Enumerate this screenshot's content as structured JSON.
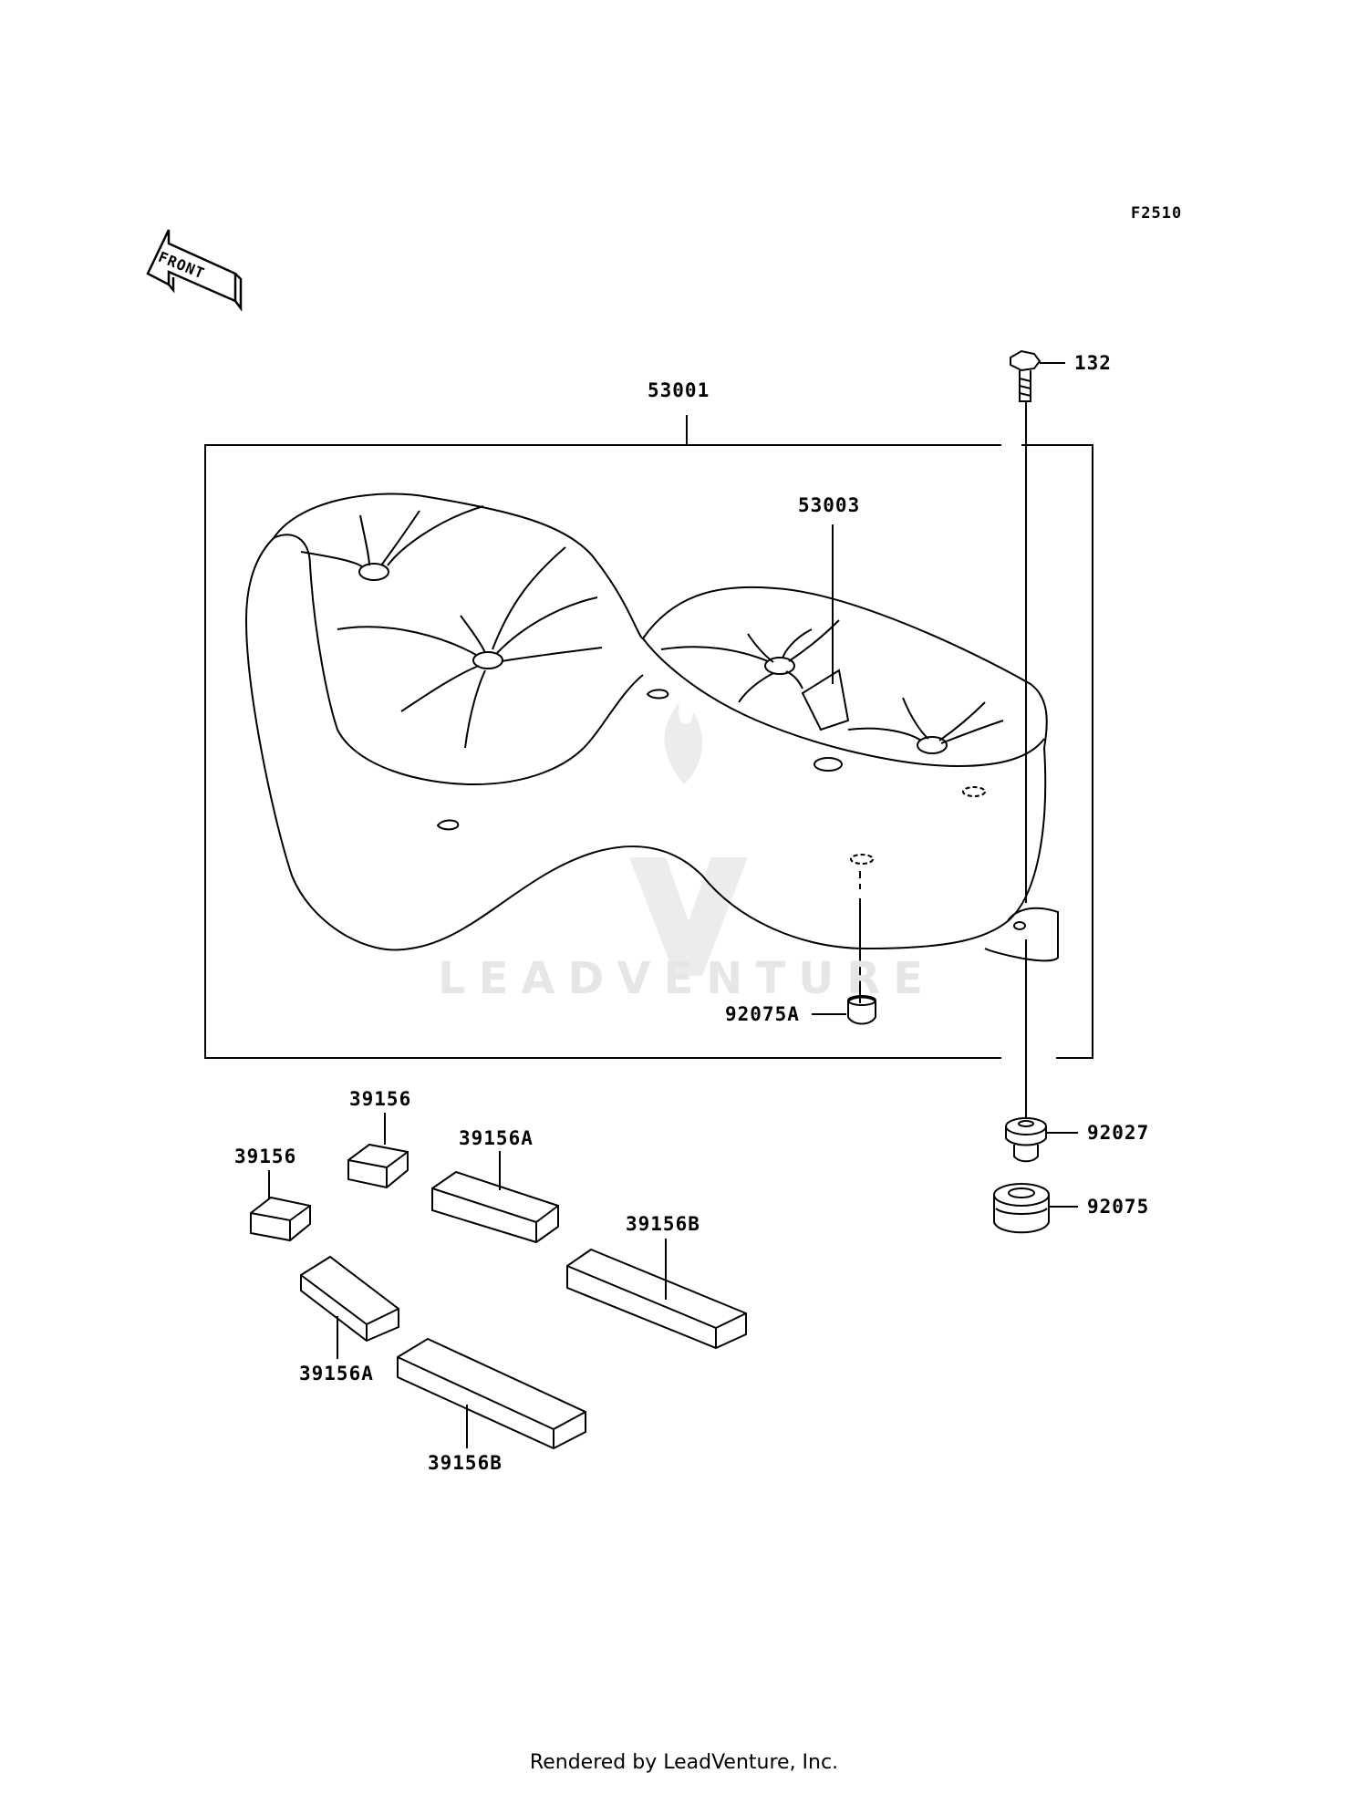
{
  "diagram_code": "F2510",
  "front_label": "FRONT",
  "parts": {
    "seat": "53001",
    "label_part": "53003",
    "bolt": "132",
    "grommet_a": "92075A",
    "collar": "92027",
    "grommet": "92075",
    "pad_small_1": "39156",
    "pad_small_2": "39156",
    "pad_a_1": "39156A",
    "pad_a_2": "39156A",
    "pad_b_1": "39156B",
    "pad_b_2": "39156B"
  },
  "watermark": "LEADVENTURE",
  "footer": "Rendered by LeadVenture, Inc.",
  "colors": {
    "ink": "#000000",
    "watermark": "#e6e6e6"
  }
}
